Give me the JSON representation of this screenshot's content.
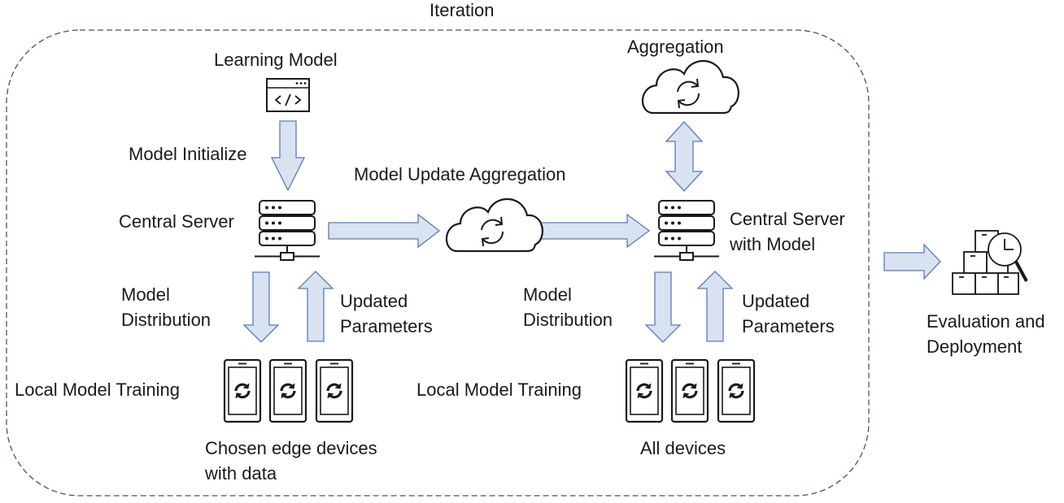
{
  "iteration_label": "Iteration",
  "learning_model": {
    "label": "Learning Model",
    "icon": "code-window-icon"
  },
  "model_initialize": "Model Initialize",
  "central_server_left": {
    "label": "Central Server",
    "icon": "server-icon"
  },
  "model_update_aggregation": {
    "label": "Model Update Aggregation",
    "icon": "cloud-sync-icon"
  },
  "aggregation": {
    "label": "Aggregation",
    "icon": "cloud-sync-icon"
  },
  "central_server_right": {
    "line1": "Central Server",
    "line2": "with Model",
    "icon": "server-icon"
  },
  "left_group": {
    "distribution": {
      "line1": "Model",
      "line2": "Distribution"
    },
    "updated": {
      "line1": "Updated",
      "line2": "Parameters"
    },
    "training": "Local Model Training",
    "devices": {
      "line1": "Chosen edge devices",
      "line2": "with data"
    }
  },
  "right_group": {
    "distribution": {
      "line1": "Model",
      "line2": "Distribution"
    },
    "updated": {
      "line1": "Updated",
      "line2": "Parameters"
    },
    "training": "Local Model Training",
    "devices": "All devices"
  },
  "evaluation": {
    "line1": "Evaluation and",
    "line2": "Deployment",
    "icon": "boxes-clock-magnifier-icon"
  },
  "colors": {
    "arrow_fill": "#d9e2f1",
    "arrow_stroke": "#5a7bb5",
    "boundary": "#44546a",
    "icon_stroke": "#1a1a1a"
  }
}
